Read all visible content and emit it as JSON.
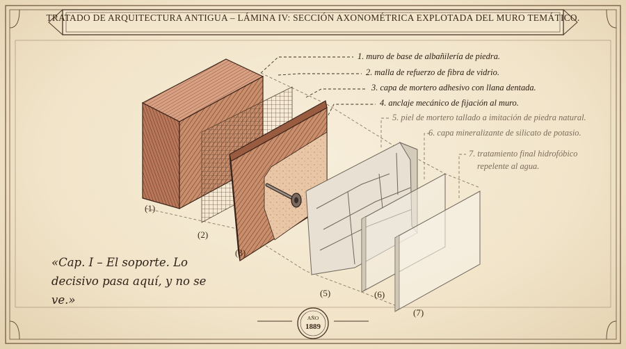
{
  "title": "TRATADO DE ARQUITECTURA ANTIGUA – LÁMINA IV: SECCIÓN AXONOMÉTRICA EXPLOTADA DEL MURO TEMÁTICO.",
  "labels": [
    "1. muro de base de albañilería de piedra.",
    "2. malla de refuerzo de fibra de vidrio.",
    "3. capa de mortero adhesivo con llana dentada.",
    "4. anclaje mecánico de fijación al muro.",
    "5. piel de mortero tallado a imitación de piedra natural.",
    "6. capa mineralizante de silicato de potasio.",
    "7. tratamiento final hidrofóbico",
    "repelente al agua."
  ],
  "numbers": [
    "(1)",
    "(2)",
    "(3)",
    "(5)",
    "(6)",
    "(7)"
  ],
  "quote": "«Cap. I – El soporte. Lo decisivo pasa aquí, y no se ve.»",
  "seal": {
    "label": "AÑO",
    "year": "1889"
  },
  "colors": {
    "paper": "#f1e4c9",
    "ink": "#3b2a1c",
    "brick": "#c98e6c"
  }
}
